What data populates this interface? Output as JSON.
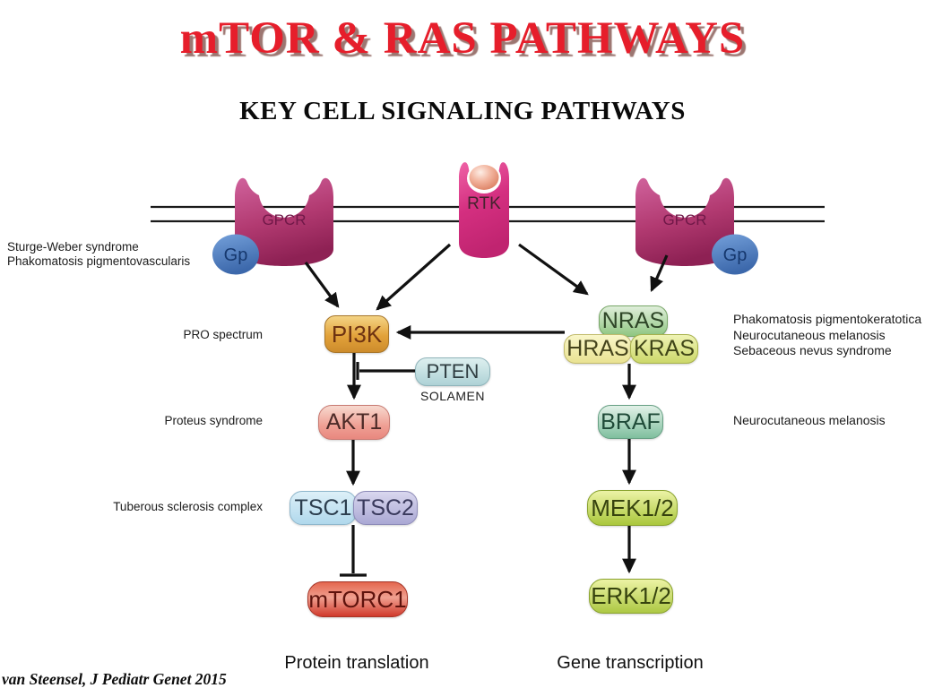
{
  "title": "mTOR & RAS PATHWAYS",
  "subtitle": "KEY CELL SIGNALING PATHWAYS",
  "membrane": {
    "gpcr_left_label": "GPCR",
    "rtk_label": "RTK",
    "gpcr_right_label": "GPCR",
    "gp_left_label": "Gp",
    "gp_right_label": "Gp"
  },
  "nodes": {
    "pi3k": "PI3K",
    "pten": "PTEN",
    "pten_sub": "SOLAMEN",
    "akt1": "AKT1",
    "tsc1": "TSC1",
    "tsc2": "TSC2",
    "mtorc1": "mTORC1",
    "nras": "NRAS",
    "hras": "HRAS",
    "kras": "KRAS",
    "braf": "BRAF",
    "mek": "MEK1/2",
    "erk": "ERK1/2"
  },
  "annotations": {
    "left_top_line1": "Sturge-Weber syndrome",
    "left_top_line2": "Phakomatosis pigmentovascularis",
    "pro_spectrum": "PRO spectrum",
    "proteus": "Proteus syndrome",
    "tuberous": "Tuberous sclerosis complex",
    "right_top_line1": "Phakomatosis pigmentokeratotica",
    "right_top_line2": "Neurocutaneous melanosis",
    "right_top_line3": "Sebaceous nevus syndrome",
    "right_mid": "Neurocutaneous melanosis"
  },
  "outputs": {
    "protein": "Protein translation",
    "gene": "Gene transcription"
  },
  "citation": "van Steensel, J Pediatr Genet 2015",
  "colors": {
    "title_red": "#e61e2b",
    "gpcr_magenta": "#b23a71",
    "rtk_pink": "#d42f80",
    "ligand_salmon": "#f2b49e",
    "gp_blue": "#4d7fc3",
    "pi3k_orange": "#e2a23a",
    "pten_blue": "#aed2d6",
    "akt1_salmon": "#ef9f94",
    "tsc1_blue": "#b0d8ec",
    "tsc2_purple": "#aaa8d4",
    "mtorc1_red": "#d0392b",
    "nras_green": "#8fc681",
    "hras_yellow": "#e9e292",
    "kras_yellowgreen": "#ccd86a",
    "braf_teal": "#7fbf9e",
    "mek_green": "#aac73c",
    "erk_green": "#adc844",
    "arrow_black": "#111111"
  },
  "edges": [
    {
      "from": "GPCR (left)",
      "to": "PI3K",
      "type": "activates"
    },
    {
      "from": "RTK",
      "to": "PI3K",
      "type": "activates"
    },
    {
      "from": "RTK",
      "to": "NRAS",
      "type": "activates"
    },
    {
      "from": "GPCR (right)",
      "to": "NRAS",
      "type": "activates"
    },
    {
      "from": "HRAS/KRAS",
      "to": "PI3K",
      "type": "activates"
    },
    {
      "from": "PI3K",
      "to": "AKT1",
      "type": "activates"
    },
    {
      "from": "PTEN",
      "to": "PI3K–AKT1 axis",
      "type": "inhibits"
    },
    {
      "from": "AKT1",
      "to": "TSC1/TSC2",
      "type": "activates"
    },
    {
      "from": "TSC1/TSC2",
      "to": "mTORC1",
      "type": "inhibits"
    },
    {
      "from": "HRAS/KRAS",
      "to": "BRAF",
      "type": "activates"
    },
    {
      "from": "BRAF",
      "to": "MEK1/2",
      "type": "activates"
    },
    {
      "from": "MEK1/2",
      "to": "ERK1/2",
      "type": "activates"
    }
  ]
}
